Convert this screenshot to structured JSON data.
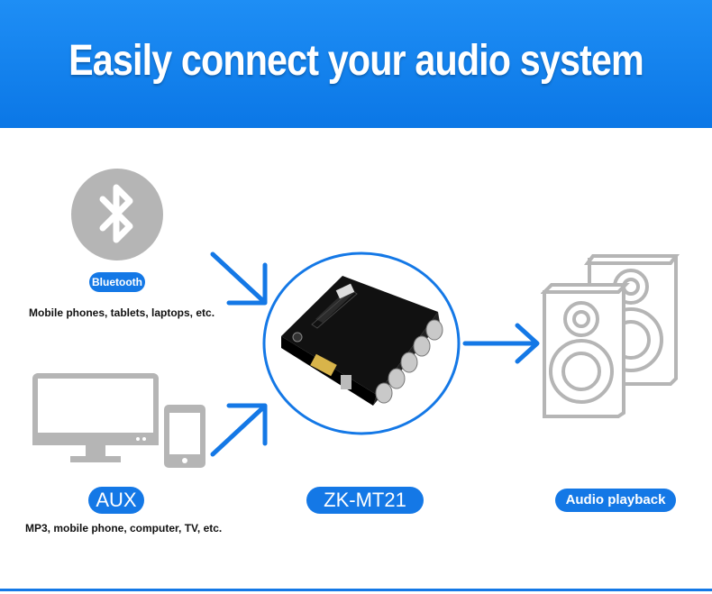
{
  "banner": {
    "title": "Easily connect your audio system"
  },
  "sources": {
    "bluetooth": {
      "label": "Bluetooth",
      "caption": "Mobile phones, tablets, laptops, etc.",
      "icon": "bluetooth-icon"
    },
    "aux": {
      "label": "AUX",
      "caption": "MP3, mobile phone, computer, TV, etc.",
      "icon": "monitor-phone-icon"
    }
  },
  "device": {
    "label": "ZK-MT21"
  },
  "output": {
    "label": "Audio playback",
    "icon": "speaker-icon"
  },
  "colors": {
    "accent": "#1478e6",
    "banner": "#0b77e6",
    "icon_gray": "#b5b5b5"
  }
}
